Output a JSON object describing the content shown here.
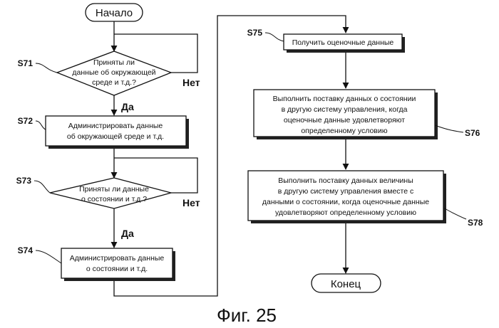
{
  "flowchart": {
    "start": "Начало",
    "end": "Конец",
    "yes": "Да",
    "no": "Нет",
    "steps": {
      "s71": {
        "label": "S71",
        "lines": [
          "Приняты ли",
          "данные об окружающей",
          "среде и т.д.?"
        ]
      },
      "s72": {
        "label": "S72",
        "lines": [
          "Администрировать данные",
          "об окружающей среде и т.д."
        ]
      },
      "s73": {
        "label": "S73",
        "lines": [
          "Приняты ли данные",
          "о состоянии и т.д.?"
        ]
      },
      "s74": {
        "label": "S74",
        "lines": [
          "Администрировать данные",
          "о состоянии и т.д."
        ]
      },
      "s75": {
        "label": "S75",
        "lines": [
          "Получить оценочные данные"
        ]
      },
      "s76": {
        "label": "S76",
        "lines": [
          "Выполнить поставку данных о состоянии",
          "в другую систему управления, когда",
          "оценочные данные удовлетворяют",
          "определенному условию"
        ]
      },
      "s78": {
        "label": "S78",
        "lines": [
          "Выполнить поставку данных величины",
          "в другую систему управления вместе с",
          "данными о состоянии, когда оценочные данные",
          "удовлетворяют определенному условию"
        ]
      }
    }
  },
  "caption": "Фиг. 25"
}
